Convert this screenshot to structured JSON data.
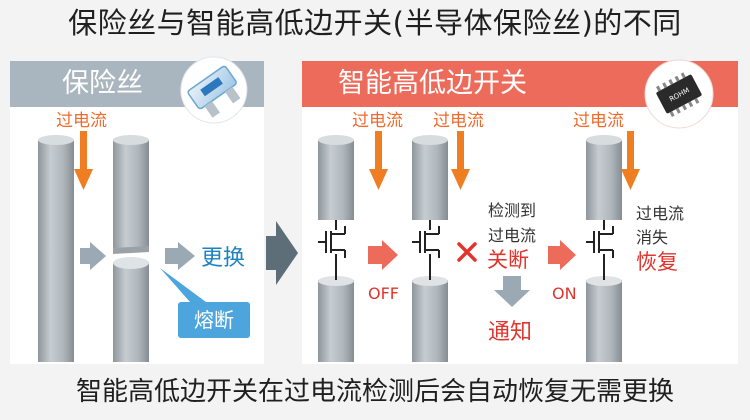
{
  "title": "保险丝与智能高低边开关(半导体保险丝)的不同",
  "fuse_panel": {
    "header": "保险丝",
    "overcurrent_label": "过电流",
    "replace_label": "更换",
    "blown_label": "熔断"
  },
  "smart_panel": {
    "header": "智能高低边开关",
    "overcurrent_label_1": "过电流",
    "overcurrent_label_2": "过电流",
    "overcurrent_label_3": "过电流",
    "detect_line1": "检测到",
    "detect_line2": "过电流",
    "shutdown_label": "关断",
    "off_label": "OFF",
    "on_label": "ON",
    "notify_label": "通知",
    "vanish_line1": "过电流",
    "vanish_line2": "消失",
    "recover_label": "恢复",
    "chip_label": "ROHM"
  },
  "caption": "智能高低边开关在过电流检测后会自动恢复无需更换",
  "colors": {
    "orange_arrow": "#ef7d22",
    "gray_arrow": "#9aa9b3",
    "red_arrow": "#ec6b5b",
    "fuse_header": "#a9b5bf",
    "smart_header": "#ec6b5b",
    "callout": "#4ca5dc",
    "recover_text": "#e2342c"
  }
}
